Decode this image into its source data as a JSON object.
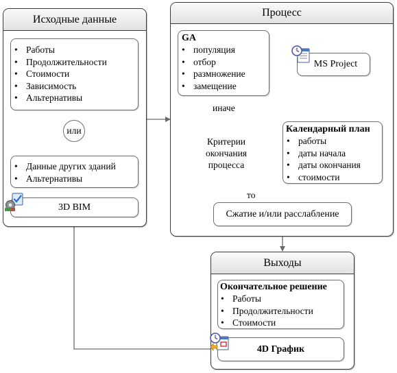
{
  "input": {
    "title": "Исходные данные",
    "source_items": [
      "Работы",
      "Продолжительности",
      "Стоимости",
      "Зависимость",
      "Альтернативы"
    ],
    "or_label": "или",
    "other_items": [
      "Данные других зданий",
      "Альтернативы"
    ],
    "bim_label": "3D BIM"
  },
  "process": {
    "title": "Процесс",
    "ga_title": "GA",
    "ga_items": [
      "популяция",
      "отбор",
      "размножение",
      "замещение"
    ],
    "msproject_label": "MS Project",
    "schedule_title": "Календарный план",
    "schedule_items": [
      "работы",
      "даты начала",
      "даты окончания",
      "стоимости"
    ],
    "criteria_lines": [
      "Критерии",
      "окончания",
      "процесса"
    ],
    "else_label": "иначе",
    "then_label": "то",
    "compress_label": "Сжатие и/или расслабление"
  },
  "output": {
    "title": "Выходы",
    "final_title": "Окончательное решение",
    "final_items": [
      "Работы",
      "Продолжительности",
      "Стоимости"
    ],
    "graph_label": "4D График"
  },
  "icons": {
    "bim": "bim-tool-icon",
    "msproject": "calendar-clock-icon",
    "graph": "gantt-clock-icon"
  },
  "colors": {
    "border": "#3a3a3a",
    "connector": "#6a6a6a",
    "header_top": "#fafafa",
    "header_bottom": "#e2e2e2"
  }
}
